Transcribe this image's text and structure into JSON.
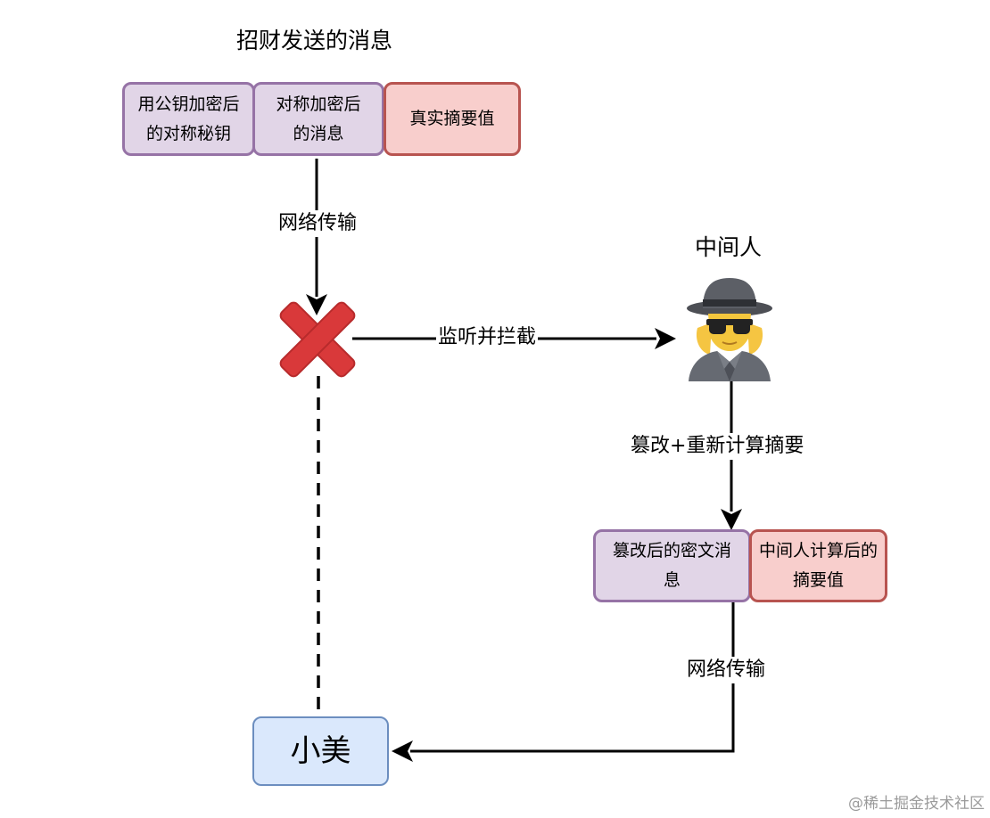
{
  "sender_title": "招财发送的消息",
  "sender_boxes": {
    "encrypted_key": [
      "用公钥加密后",
      "的对称秘钥"
    ],
    "encrypted_message": [
      "对称加密后",
      "的消息"
    ],
    "real_digest": [
      "真实摘要值"
    ]
  },
  "edges": {
    "network_1": "网络传输",
    "intercept": "监听并拦截",
    "tamper": "篡改+重新计算摘要",
    "network_2": "网络传输"
  },
  "mitm_label": "中间人",
  "tampered_boxes": {
    "tampered_message": [
      "篡改后的密文消",
      "息"
    ],
    "mitm_digest": [
      "中间人计算后的",
      "摘要值"
    ]
  },
  "receiver": "小美",
  "watermark": "@稀土掘金技术社区",
  "icons": {
    "blocked": "red-x-icon",
    "middleman": "spy-icon"
  },
  "colors": {
    "purple_fill": "#e1d5e7",
    "purple_stroke": "#9673a6",
    "red_fill": "#f8cecc",
    "red_stroke": "#b85450",
    "blue_fill": "#dae8fc",
    "blue_stroke": "#6c8ebf",
    "x_red": "#d9393a"
  }
}
